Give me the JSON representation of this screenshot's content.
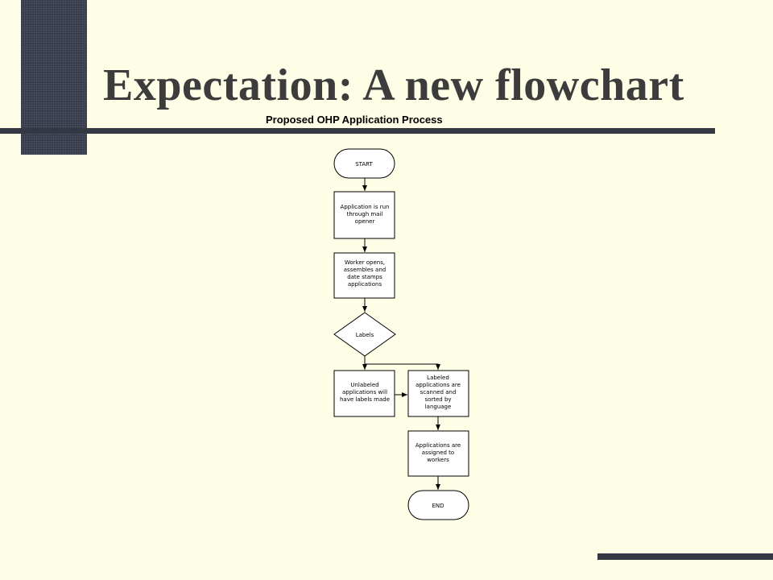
{
  "slide": {
    "title": "Expectation: A new flowchart"
  },
  "flowchart": {
    "title": "Proposed OHP Application Process",
    "nodes": {
      "start": {
        "shape": "terminal",
        "lines": [
          "START"
        ]
      },
      "mail_opener": {
        "shape": "process",
        "lines": [
          "Application is run",
          "through mail",
          "opener"
        ]
      },
      "worker_opens": {
        "shape": "process",
        "lines": [
          "Worker opens,",
          "assembles and",
          "date stamps",
          "applications"
        ]
      },
      "labels": {
        "shape": "decision",
        "lines": [
          "Labels"
        ]
      },
      "unlabeled": {
        "shape": "process",
        "lines": [
          "Unlabeled",
          "applications will",
          "have labels made"
        ]
      },
      "labeled": {
        "shape": "process",
        "lines": [
          "Labeled",
          "applications are",
          "scanned and",
          "sorted by",
          "language"
        ]
      },
      "assigned": {
        "shape": "process",
        "lines": [
          "Applications are",
          "assigned to",
          "workers"
        ]
      },
      "end": {
        "shape": "terminal",
        "lines": [
          "END"
        ]
      }
    },
    "edges": [
      [
        "start",
        "mail_opener"
      ],
      [
        "mail_opener",
        "worker_opens"
      ],
      [
        "worker_opens",
        "labels"
      ],
      [
        "labels",
        "unlabeled"
      ],
      [
        "labels",
        "labeled"
      ],
      [
        "unlabeled",
        "labeled"
      ],
      [
        "labeled",
        "assigned"
      ],
      [
        "assigned",
        "end"
      ]
    ]
  }
}
